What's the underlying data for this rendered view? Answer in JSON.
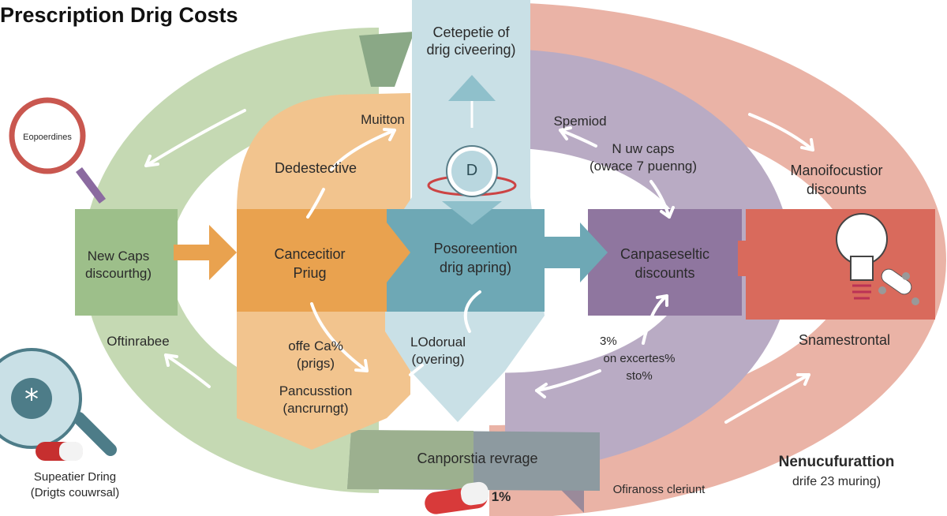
{
  "title": "Prescription Drig Costs",
  "top_column": {
    "line1": "Cetepetie of",
    "line2": "drig civeering)"
  },
  "icons": {
    "magnifier_top_label": "Eopoerdines",
    "d_badge": "D",
    "pill_label": "1%"
  },
  "labels": {
    "muitton": "Muitton",
    "dedestective": "Dedestective",
    "spemiod": "Spemiod",
    "new_caps_top": {
      "line1": "N uw caps",
      "line2": "(owace 7 puenng)"
    },
    "manufacturer": {
      "line1": "Manoifocustior",
      "line2": "discounts"
    },
    "new_caps_left": {
      "line1": "New Caps",
      "line2": "discourthg)"
    },
    "cancecitior": {
      "line1": "Cancecitior",
      "line2": "Priug"
    },
    "posoreention": {
      "line1": "Posoreention",
      "line2": "drig apring)"
    },
    "canpaseseltic": {
      "line1": "Canpaseseltic",
      "line2": "discounts"
    },
    "oftinrabee": "Oftinrabee",
    "offe": {
      "line1": "offe Ca%",
      "line2": "(prigs)"
    },
    "pancusstion": {
      "line1": "Pancusstion",
      "line2": "(ancrurngt)"
    },
    "lodorual": {
      "line1": "LOdorual",
      "line2": "(overing)"
    },
    "percent": {
      "line1": "3%",
      "line2": "on excertes%",
      "line3": "sto%"
    },
    "snamestrontal": "Snamestrontal",
    "canporstia": "Canporstia revrage",
    "superatier": {
      "line1": "Supeatier Dring",
      "line2": "(Drigts couwrsal)"
    },
    "ofiranoss": "Ofiranoss cleriunt",
    "nenucufuration": {
      "line1": "Nenucufurattion",
      "line2": "drife 23 muring)"
    }
  },
  "colors": {
    "green_light": "#c5d9b3",
    "green_dark": "#9dbf8a",
    "orange_light": "#f2c48e",
    "orange_dark": "#e9a24f",
    "blue_light": "#c9e0e6",
    "teal": "#6ea8b5",
    "purple_light": "#b9abc4",
    "purple_dark": "#8f769f",
    "salmon_light": "#eab3a6",
    "red_dark": "#d96a5c",
    "slate": "#7f8a96"
  }
}
